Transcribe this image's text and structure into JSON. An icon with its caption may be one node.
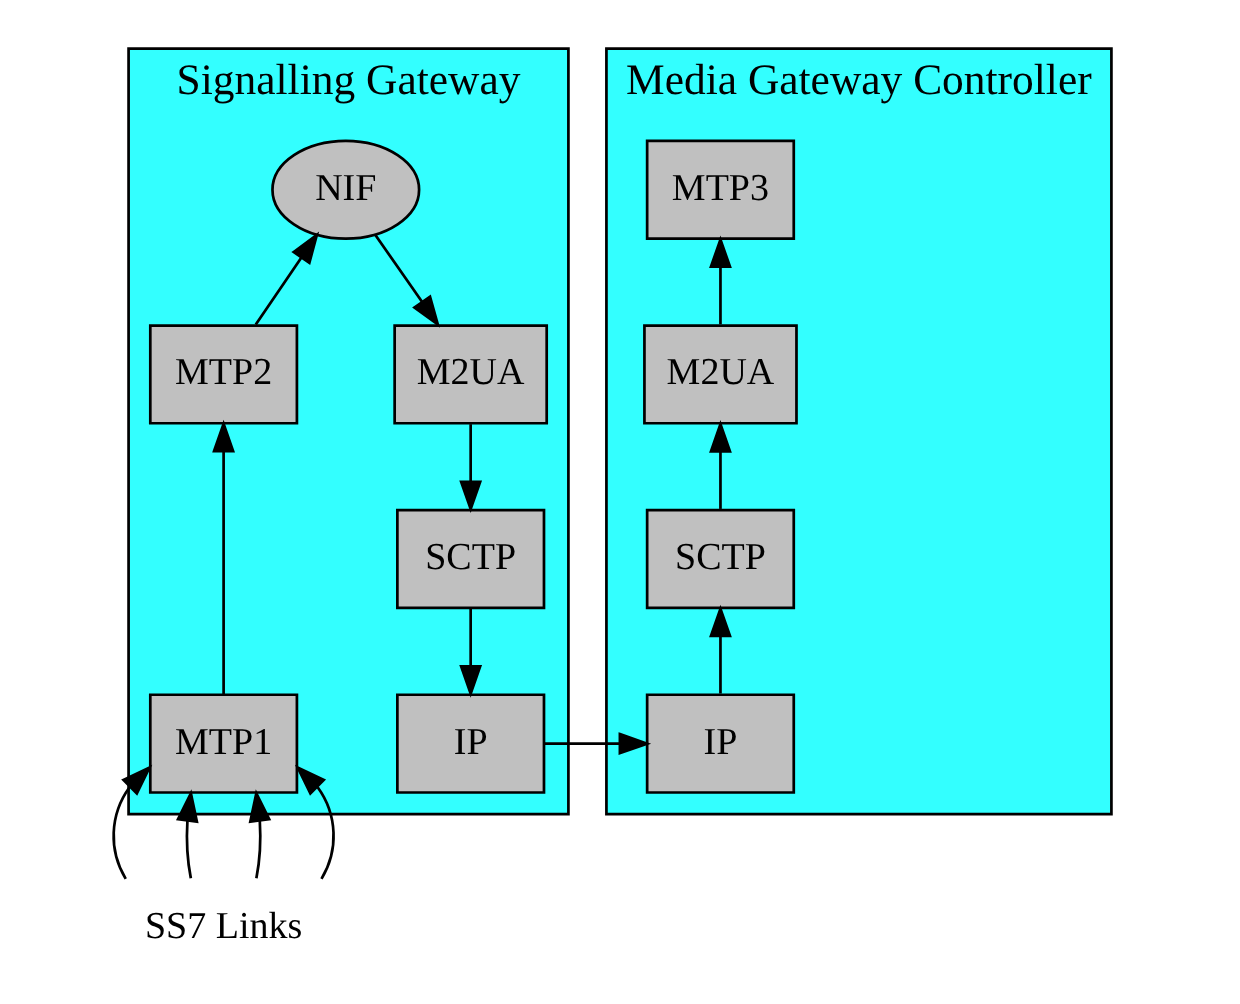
{
  "diagram": {
    "nodes": [
      {
        "text": [
          "Signalling Gateway"
        ]
      },
      {
        "text": [
          "NIF"
        ],
        "in": 0
      },
      {
        "text": [
          "MTP2"
        ],
        "in": 0
      },
      {
        "text": [
          "M2UA"
        ],
        "in": 0
      },
      {
        "text": [
          "MTP1"
        ],
        "in": 0
      },
      {
        "text": [
          "SCTP"
        ],
        "in": 0
      },
      {
        "text": [
          "IP"
        ],
        "in": 0
      },
      {
        "text": [
          "Media Gateway Controller"
        ]
      },
      {
        "text": [
          "MTP3"
        ],
        "in": 7
      },
      {
        "text": [
          "M2UA"
        ],
        "in": 7
      },
      {
        "text": [
          "SCTP"
        ],
        "in": 7
      },
      {
        "text": [
          "IP"
        ],
        "in": 7
      },
      {
        "text": [
          "SS7 Links"
        ]
      }
    ],
    "edges": [
      {
        "from": 12,
        "to": 4,
        "arrow": "to"
      },
      {
        "from": 12,
        "to": 4,
        "arrow": "to"
      },
      {
        "from": 12,
        "to": 4,
        "arrow": "to"
      },
      {
        "from": 12,
        "to": 4,
        "arrow": "to"
      },
      {
        "from": 4,
        "to": 2,
        "arrow": "to"
      },
      {
        "from": 2,
        "to": 1,
        "arrow": "to"
      },
      {
        "from": 1,
        "to": 3,
        "arrow": "to"
      },
      {
        "from": 3,
        "to": 5,
        "arrow": "to"
      },
      {
        "from": 5,
        "to": 6,
        "arrow": "to"
      },
      {
        "from": 6,
        "to": 11,
        "arrow": "to"
      },
      {
        "from": 11,
        "to": 10,
        "arrow": "to"
      },
      {
        "from": 10,
        "to": 9,
        "arrow": "to"
      },
      {
        "from": 9,
        "to": 8,
        "arrow": "to"
      }
    ]
  }
}
